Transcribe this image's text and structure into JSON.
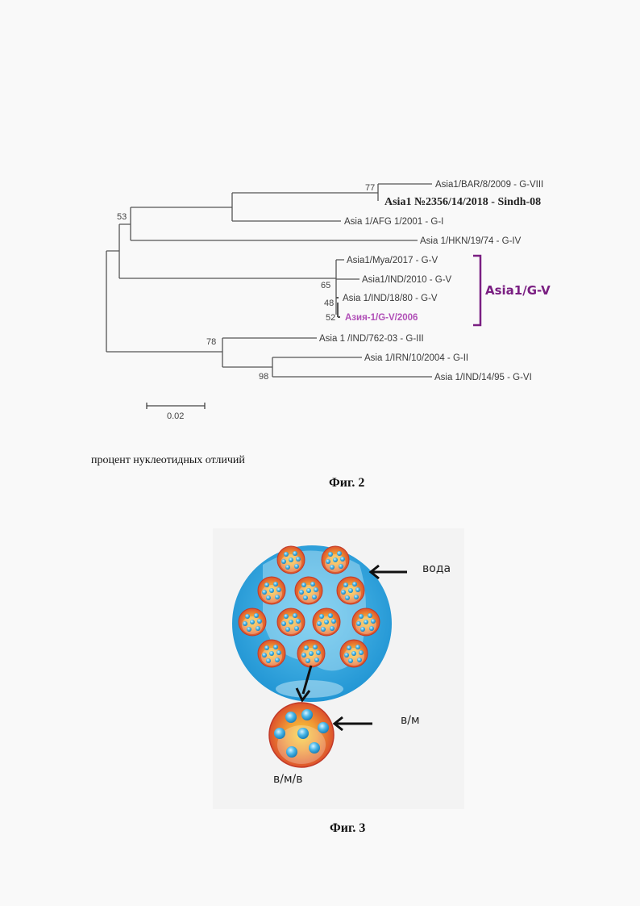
{
  "figure2": {
    "caption": "Фиг. 2",
    "axis_note": "процент нуклеотидных отличий",
    "scale_bar_label": "0.02",
    "clade": {
      "label": "Asia1/G-V",
      "color": "#7a1f82"
    },
    "leaves": [
      {
        "id": "bar",
        "label": "Asia1/BAR/8/2009 - G-VIII",
        "style": "normal"
      },
      {
        "id": "sindh",
        "label": "Asia1 №2356/14/2018 - Sindh-08",
        "style": "bold"
      },
      {
        "id": "afg",
        "label": "Asia 1/AFG 1/2001 - G-I",
        "style": "normal"
      },
      {
        "id": "hkn",
        "label": "Asia 1/HKN/19/74 - G-IV",
        "style": "normal"
      },
      {
        "id": "mya",
        "label": "Asia1/Mya/2017 - G-V",
        "style": "normal"
      },
      {
        "id": "ind2010",
        "label": "Asia1/IND/2010 - G-V",
        "style": "normal"
      },
      {
        "id": "ind1880",
        "label": "Asia 1/IND/18/80 - G-V",
        "style": "normal"
      },
      {
        "id": "azia",
        "label": "Азия-1/G-V/2006",
        "style": "purple"
      },
      {
        "id": "ind762",
        "label": "Asia 1 /IND/762-03 - G-III",
        "style": "normal"
      },
      {
        "id": "irn",
        "label": "Asia 1/IRN/10/2004 - G-II",
        "style": "normal"
      },
      {
        "id": "ind1495",
        "label": "Asia 1/IND/14/95 - G-VI",
        "style": "normal"
      }
    ],
    "bootstrap": {
      "n77": "77",
      "n53": "53",
      "n65": "65",
      "n48": "48",
      "n52": "52",
      "n78": "78",
      "n98": "98"
    },
    "colors": {
      "highlight_purple": "#b04fb7",
      "clade_purple": "#7a1f82"
    }
  },
  "figure3": {
    "caption": "Фиг. 3",
    "labels": {
      "water": "вода",
      "wo": "в/м",
      "wow": "в/м/в"
    },
    "colors": {
      "outer_blue": "#2ea3dc",
      "droplet_red": "#e0502a",
      "droplet_yellow": "#f3c22a",
      "inner_blue": "#4ab7e8"
    }
  }
}
